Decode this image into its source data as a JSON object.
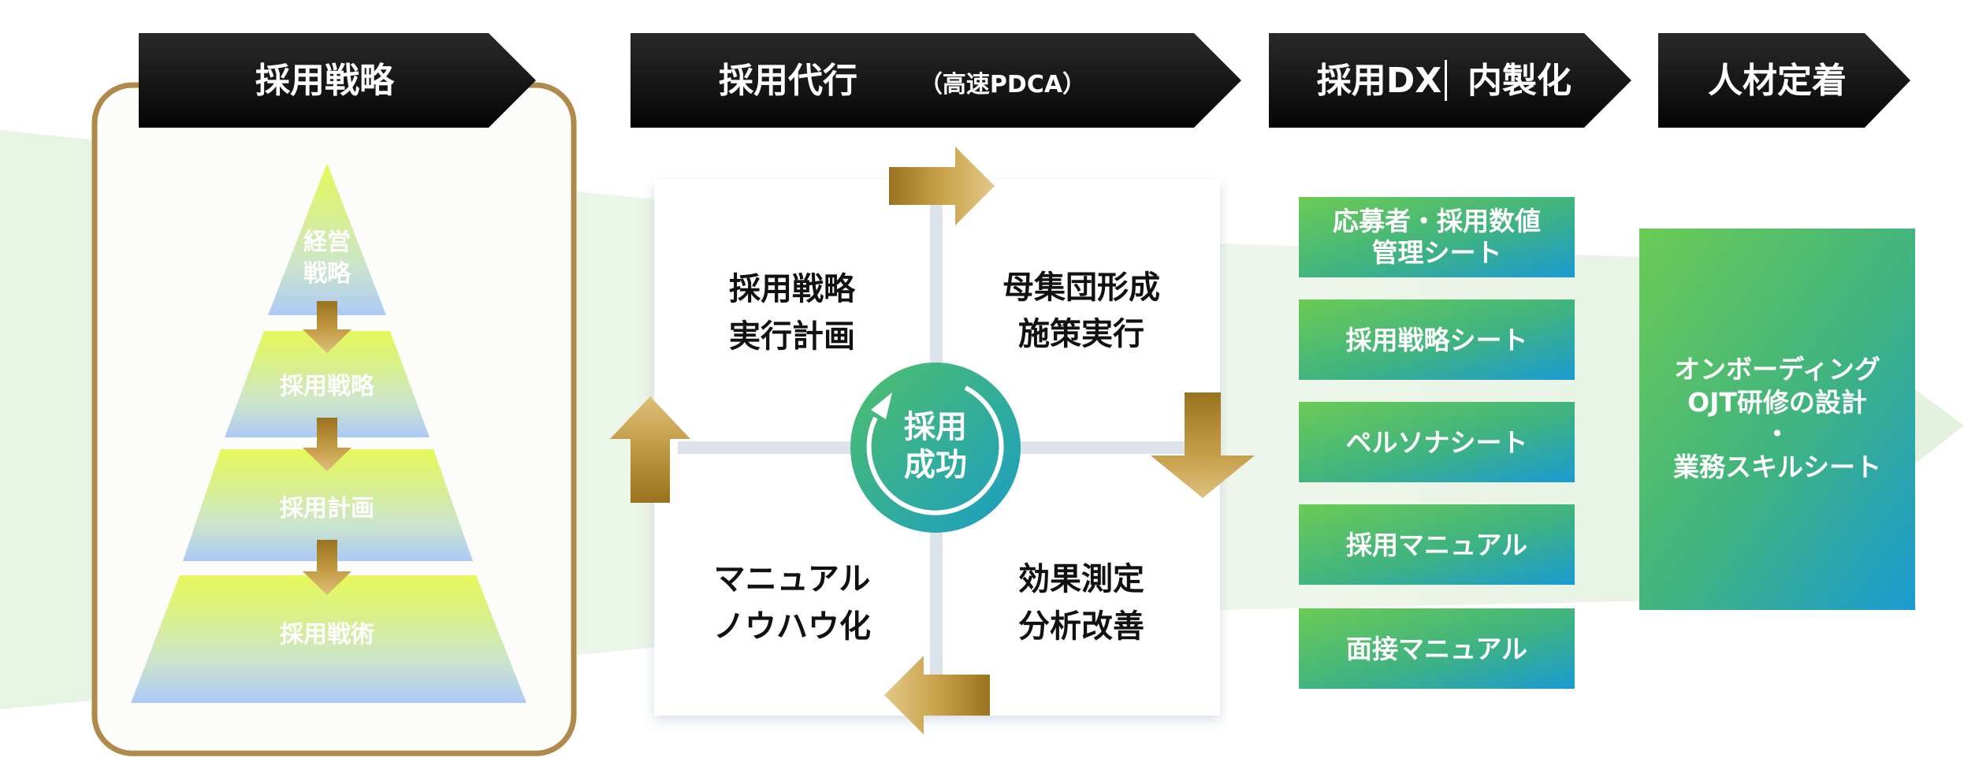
{
  "headers": {
    "strategy": "採用戦略",
    "agency": "採用代行",
    "agency_sub": "（高速PDCA）",
    "dx_left": "採用DX",
    "dx_right": "内製化",
    "retention": "人材定着"
  },
  "pyramid": {
    "levels": [
      {
        "line1": "経営",
        "line2": "戦略"
      },
      {
        "label": "採用戦略"
      },
      {
        "label": "採用計画"
      },
      {
        "label": "採用戦術"
      }
    ]
  },
  "pdca": {
    "q1_line1": "採用戦略",
    "q1_line2": "実行計画",
    "q2_line1": "母集団形成",
    "q2_line2": "施策実行",
    "q3_line1": "マニュアル",
    "q3_line2": "ノウハウ化",
    "q4_line1": "効果測定",
    "q4_line2": "分析改善",
    "center_line1": "採用",
    "center_line2": "成功"
  },
  "dx": {
    "items": [
      {
        "line1": "応募者・採用数値",
        "line2": "管理シート"
      },
      {
        "label": "採用戦略シート"
      },
      {
        "label": "ペルソナシート"
      },
      {
        "label": "採用マニュアル"
      },
      {
        "label": "面接マニュアル"
      }
    ]
  },
  "retention": {
    "line1": "オンボーディング",
    "line2": "OJT研修の設計",
    "line3": "・",
    "line4": "業務スキルシート"
  },
  "colors": {
    "header": "#111111",
    "gold": "#b08a3a",
    "green": "#5cc069",
    "blue": "#1ea0d0",
    "teal": "#2bb39a"
  }
}
